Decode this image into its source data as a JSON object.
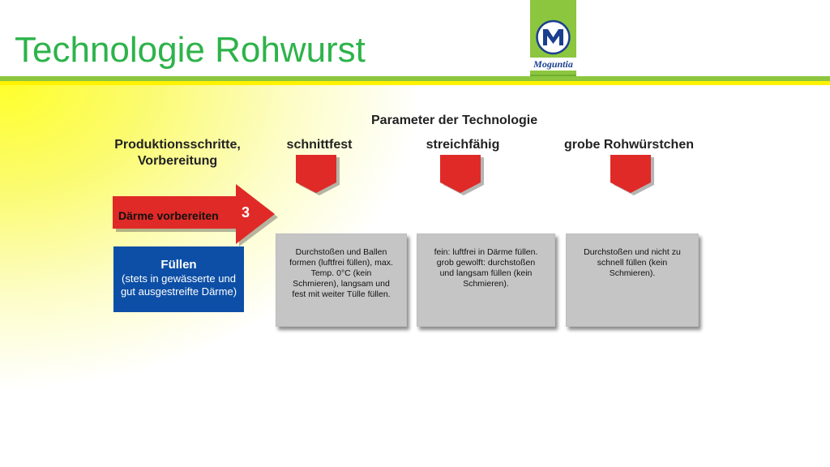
{
  "slide": {
    "title": "Technologie Rohwurst",
    "logo_text": "Moguntia"
  },
  "diagram": {
    "section_heading": "Parameter der Technologie",
    "steps_heading_line1": "Produktionsschritte,",
    "steps_heading_line2": "Vorbereitung",
    "columns": [
      {
        "label": "schnittfest",
        "text": "Durchstoßen und Ballen formen (luftfrei füllen), max. Temp. 0°C (kein Schmieren), langsam und fest mit weiter Tülle füllen."
      },
      {
        "label": "streichfähig",
        "text": "fein: luftfrei in Därme füllen. grob gewolft: durchstoßen und langsam füllen (kein Schmieren)."
      },
      {
        "label": "grobe Rohwürstchen",
        "text": "Durchstoßen und nicht zu schnell füllen (kein Schmieren)."
      }
    ],
    "step_arrow": {
      "label": "Därme vorbereiten",
      "number": "3"
    },
    "fill_step": {
      "title": "Füllen",
      "line1": "(stets in gewässerte und",
      "line2": "gut ausgestreifte Därme)"
    }
  },
  "colors": {
    "title_green": "#2db34a",
    "bar_green": "#8cc63e",
    "bar_yellow": "#fff200",
    "arrow_red": "#e02a27",
    "fill_blue": "#0d4fa6",
    "box_gray": "#c5c5c5"
  }
}
